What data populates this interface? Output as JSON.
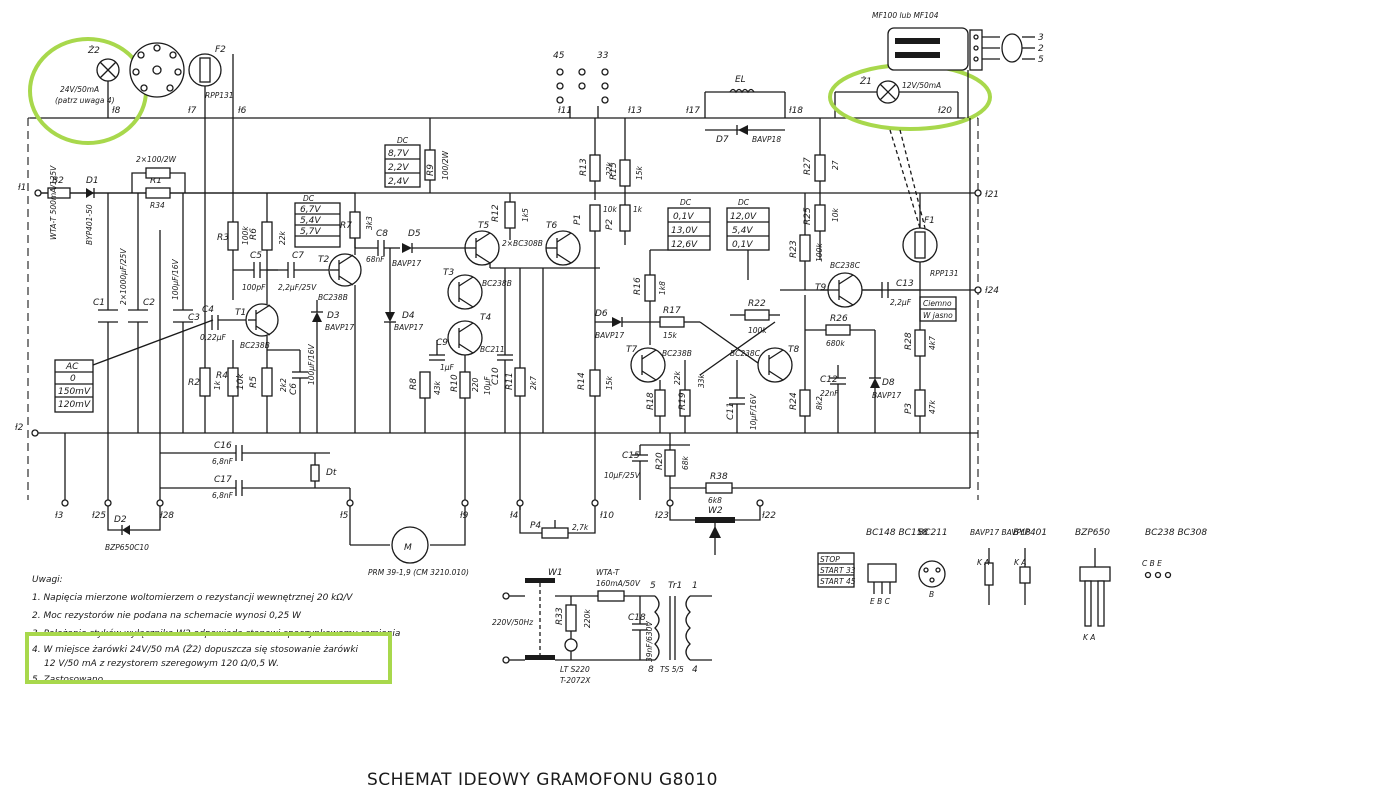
{
  "title": "SCHEMAT IDEOWY GRAMOFONU G8010",
  "lamp_z2": {
    "name": "Ż2",
    "rating": "24V/50mA",
    "note": "(patrz uwaga 4)"
  },
  "lamp_z1": {
    "name": "Ż1",
    "rating": "12V/50mA"
  },
  "fuse_f2": {
    "name": "F2",
    "part": "RPP131"
  },
  "fuse_f1": {
    "name": "F1",
    "part": "RPP131"
  },
  "top_right_part": "MF100 lub MF104",
  "top_right_pins": [
    "3",
    "2",
    "5"
  ],
  "terminals": {
    "t1": "ł1",
    "t2": "ł2",
    "t3": "ł3",
    "t4": "ł4",
    "t5": "ł5",
    "t6": "ł6",
    "t7": "ł7",
    "t8": "ł8",
    "t9": "ł9",
    "t10": "ł10",
    "t11": "ł11",
    "t13": "ł13",
    "t17": "ł17",
    "t18": "ł18",
    "t20": "ł20",
    "t21": "ł21",
    "t22": "ł22",
    "t23": "ł23",
    "t24": "ł24",
    "t25": "ł25",
    "t28": "ł28"
  },
  "speed_45": "45",
  "speed_33": "33",
  "el_label": "EL",
  "d7": {
    "name": "D7",
    "part": "BAVP18"
  },
  "b2": {
    "name": "B2",
    "part": "WTA-T 500mA/125V"
  },
  "d1": {
    "name": "D1",
    "part": "BYP401-50"
  },
  "r1": {
    "name": "R1",
    "value": "R34",
    "alt": "2×100/2W"
  },
  "c1": {
    "name": "C1",
    "value": "2×1000μF/25V"
  },
  "c2": {
    "name": "C2"
  },
  "c3": {
    "name": "C3",
    "value": "100μF/16V"
  },
  "c4": {
    "name": "C4",
    "value": "0,22μF"
  },
  "c5": {
    "name": "C5",
    "value": "100pF"
  },
  "c6": {
    "name": "C6",
    "value": "100μF/16V"
  },
  "c7": {
    "name": "C7",
    "value": "2,2μF/25V"
  },
  "c8": {
    "name": "C8",
    "value": "68nF"
  },
  "c9": {
    "name": "C9",
    "value": "1μF"
  },
  "c10": {
    "name": "C10",
    "value": "10μF"
  },
  "c11": {
    "name": "C11",
    "value": "10μF/16V"
  },
  "c12": {
    "name": "C12",
    "value": "22nF"
  },
  "c13": {
    "name": "C13",
    "value": "2,2μF"
  },
  "c15": {
    "name": "C15",
    "value": "10μF/25V"
  },
  "c16": {
    "name": "C16",
    "value": "6,8nF"
  },
  "c17": {
    "name": "C17",
    "value": "6,8nF"
  },
  "r2": {
    "name": "R2",
    "value": "1k"
  },
  "r3": {
    "name": "R3",
    "value": "100k"
  },
  "r4": {
    "name": "R4",
    "value": "10k"
  },
  "r5": {
    "name": "R5",
    "value": "2k2"
  },
  "r6": {
    "name": "R6",
    "value": "22k"
  },
  "r7": {
    "name": "R7",
    "value": "3k3"
  },
  "r8": {
    "name": "R8",
    "value": "43k"
  },
  "r9": {
    "name": "R9",
    "value": "100/2W"
  },
  "r10": {
    "name": "R10",
    "value": "220"
  },
  "r11": {
    "name": "R11",
    "value": "2k7"
  },
  "r12": {
    "name": "R12",
    "value": "1k5"
  },
  "r13": {
    "name": "R13",
    "value": "22k"
  },
  "r14": {
    "name": "R14",
    "value": "15k"
  },
  "r15": {
    "name": "R15",
    "value": "15k"
  },
  "r16": {
    "name": "R16",
    "value": "1k8"
  },
  "r17": {
    "name": "R17",
    "value": "15k"
  },
  "r18": {
    "name": "R18",
    "value": "22k"
  },
  "r19": {
    "name": "R19",
    "value": "33k"
  },
  "r20": {
    "name": "R20",
    "value": "68k"
  },
  "r22": {
    "name": "R22",
    "value": "100k"
  },
  "r23": {
    "name": "R23",
    "value": "100k"
  },
  "r24": {
    "name": "R24",
    "value": "8k2"
  },
  "r25": {
    "name": "R25",
    "value": "10k"
  },
  "r26": {
    "name": "R26",
    "value": "680k"
  },
  "r27": {
    "name": "R27",
    "value": "27"
  },
  "r28": {
    "name": "R28",
    "value": "4k7"
  },
  "r38": {
    "name": "R38",
    "value": "6k8"
  },
  "p1": {
    "name": "P1",
    "value": "10k"
  },
  "p2": {
    "name": "P2",
    "value": "1k"
  },
  "p3": {
    "name": "P3",
    "value": "47k"
  },
  "p4": {
    "name": "P4",
    "value": "2,7k"
  },
  "t1_tr": {
    "name": "T1",
    "part": "BC238B"
  },
  "t2_tr": {
    "name": "T2",
    "part": "BC238B"
  },
  "t3_tr": {
    "name": "T3",
    "part": "BC238B"
  },
  "t4_tr": {
    "name": "T4",
    "part": "BC211"
  },
  "t5_tr": {
    "name": "T5",
    "part": "2×BC308B"
  },
  "t6_tr": {
    "name": "T6"
  },
  "t7_tr": {
    "name": "T7",
    "part": "BC238B"
  },
  "t8_tr": {
    "name": "T8",
    "part": "BC238C"
  },
  "t9_tr": {
    "name": "T9",
    "part": "BC238C"
  },
  "d2": {
    "name": "D2",
    "part": "BZP650C10"
  },
  "d3": {
    "name": "D3",
    "part": "BAVP17"
  },
  "d4": {
    "name": "D4",
    "part": "BAVP17"
  },
  "d5": {
    "name": "D5",
    "part": "BAVP17"
  },
  "d6": {
    "name": "D6",
    "part": "BAVP17"
  },
  "d8": {
    "name": "D8",
    "part": "BAVP17"
  },
  "dt": "Dt",
  "dc_table_1": {
    "label": "DC",
    "rows": [
      "6,7V",
      "5,4V",
      "5,7V"
    ]
  },
  "dc_table_2": {
    "label": "DC",
    "rows": [
      "8,7V",
      "2,2V",
      "2,4V"
    ]
  },
  "dc_table_3": {
    "label": "DC",
    "rows": [
      "0,1V",
      "13,0V",
      "12,6V"
    ]
  },
  "dc_table_4": {
    "label": "DC",
    "rows": [
      "12,0V",
      "5,4V",
      "0,1V"
    ]
  },
  "ac_table": {
    "label": "AC",
    "rows": [
      "0",
      "150mV",
      "120mV"
    ]
  },
  "hint_box": {
    "line1": "Ciemno",
    "line2": "W jasno"
  },
  "motor": {
    "symbol": "M",
    "label": "PRM 39-1,9 (CM 3210.010)"
  },
  "w1": "W1",
  "w2": "W2",
  "mains": "220V/50Hz",
  "wta_t2": {
    "name": "WTA-T",
    "value": "160mA/50V"
  },
  "r33": {
    "name": "R33",
    "value": "220k"
  },
  "c18": {
    "name": "C18",
    "value": "39nF/630V"
  },
  "lamp_lt": {
    "name": "LT S220",
    "part": "T-2072X"
  },
  "tr1": {
    "name": "Tr1",
    "part": "TS 5/5",
    "pins": [
      "5",
      "1",
      "8",
      "4"
    ]
  },
  "notes": {
    "heading": "Uwagi:",
    "n1": "1. Napięcia mierzone woltomierzem o rezystancji wewnętrznej 20 kΩ/V",
    "n2": "2. Moc rezystorów nie podana na schemacie wynosi 0,25 W",
    "n3": "3. Położenie styków wyłącznika W2 odpowiada stanowi spoczynkowemu ramienia",
    "n4a": "4. W miejsce żarówki 24V/50 mA (Ż2) dopuszcza się stosowanie żarówki",
    "n4b": "12 V/50 mA z rezystorem szeregowym 120 Ω/0,5 W.",
    "n5": "5. Zastosowano ..."
  },
  "pinouts": [
    {
      "parts": "BC148 BC158",
      "pins": "E B C"
    },
    {
      "parts": "BC211",
      "pins": "B"
    },
    {
      "parts": "BAVP17 BAVP18",
      "pins": "K A"
    },
    {
      "parts": "BYP401",
      "pins": "K A"
    },
    {
      "parts": "BZP650",
      "pins": "K A"
    },
    {
      "parts": "BC238 BC308",
      "pins": "C B E"
    }
  ],
  "speed_box": {
    "line1": "STOP",
    "line2": "START 33",
    "line3": "START 45"
  },
  "colors": {
    "ink": "#1a1a1a",
    "highlight": "#a8d84c",
    "paper": "#ffffff"
  }
}
